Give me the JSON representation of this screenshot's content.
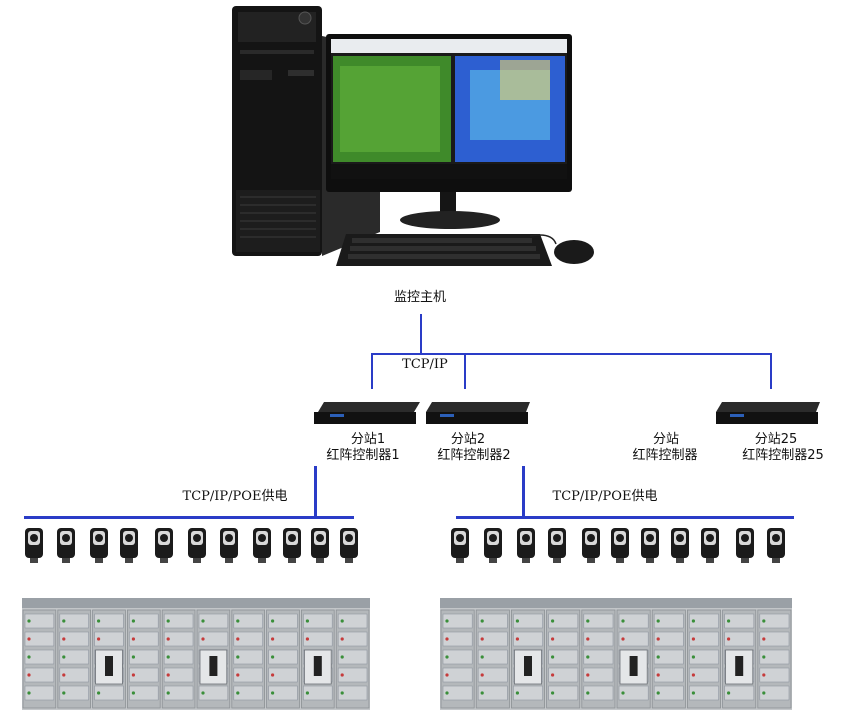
{
  "host": {
    "label": "监控主机"
  },
  "network": {
    "label": "TCP/IP"
  },
  "stations": [
    {
      "name": "分站1",
      "controller": "红阵控制器1"
    },
    {
      "name": "分站2",
      "controller": "红阵控制器2"
    },
    {
      "name": "分站",
      "controller": "红阵控制器"
    },
    {
      "name": "分站25",
      "controller": "红阵控制器25"
    }
  ],
  "poe": {
    "left_label": "TCP/IP/POE供电",
    "right_label": "TCP/IP/POE供电"
  },
  "colors": {
    "link": "#2a3cc7",
    "device": "#1b1b1b",
    "cabinet": "#b9bcbf"
  },
  "icons": [
    "desktop-computer-icon",
    "controller-box-icon",
    "camera-icon",
    "switchgear-cabinet-icon"
  ]
}
